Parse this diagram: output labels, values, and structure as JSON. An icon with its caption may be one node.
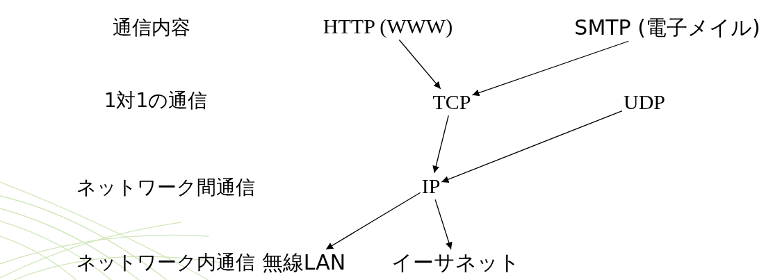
{
  "diagram": {
    "nodes": [
      {
        "text": [
          "HTTP (WWW)"
        ]
      },
      {
        "text": [
          "SMTP (電子メイル)"
        ]
      },
      {
        "text": [
          "TCP"
        ]
      },
      {
        "text": [
          "UDP"
        ]
      },
      {
        "text": [
          "IP"
        ]
      },
      {
        "text": [
          "無線LAN"
        ]
      },
      {
        "text": [
          "イーサネット"
        ]
      }
    ],
    "edges": [
      {
        "from": 0,
        "to": 2,
        "arrow": "to"
      },
      {
        "from": 1,
        "to": 2,
        "arrow": "to"
      },
      {
        "from": 2,
        "to": 4,
        "arrow": "to"
      },
      {
        "from": 3,
        "to": 4,
        "arrow": "to"
      },
      {
        "from": 4,
        "to": 5,
        "arrow": "to"
      },
      {
        "from": 4,
        "to": 6,
        "arrow": "to"
      }
    ],
    "labels": [
      "通信内容",
      "1対1の通信",
      "ネットワーク間通信",
      "ネットワーク内通信"
    ]
  }
}
